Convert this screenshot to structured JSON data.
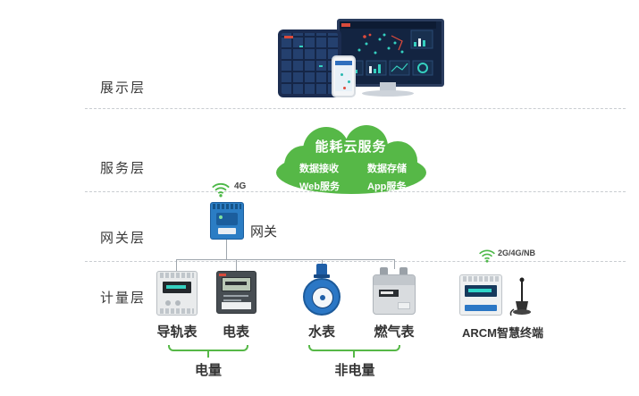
{
  "layers": [
    {
      "label": "展示层"
    },
    {
      "label": "服务层"
    },
    {
      "label": "网关层"
    },
    {
      "label": "计量层"
    }
  ],
  "cloud": {
    "title": "能耗云服务",
    "items": [
      "数据接收",
      "数据存储",
      "Web服务",
      "App服务"
    ]
  },
  "gateway": {
    "label": "网关",
    "wireless": "4G"
  },
  "meters": [
    {
      "label": "导轨表"
    },
    {
      "label": "电表"
    },
    {
      "label": "水表"
    },
    {
      "label": "燃气表"
    }
  ],
  "terminal": {
    "label": "ARCM智慧终端",
    "wireless": "2G/4G/NB"
  },
  "groups": [
    {
      "label": "电量"
    },
    {
      "label": "非电量"
    }
  ],
  "colors": {
    "cloud_green": "#56b847",
    "gateway_blue": "#2b7dc4",
    "screen_navy": "#132441",
    "water_blue": "#2b77c5",
    "wire_gray": "#9fa6ad",
    "text": "#333333"
  }
}
